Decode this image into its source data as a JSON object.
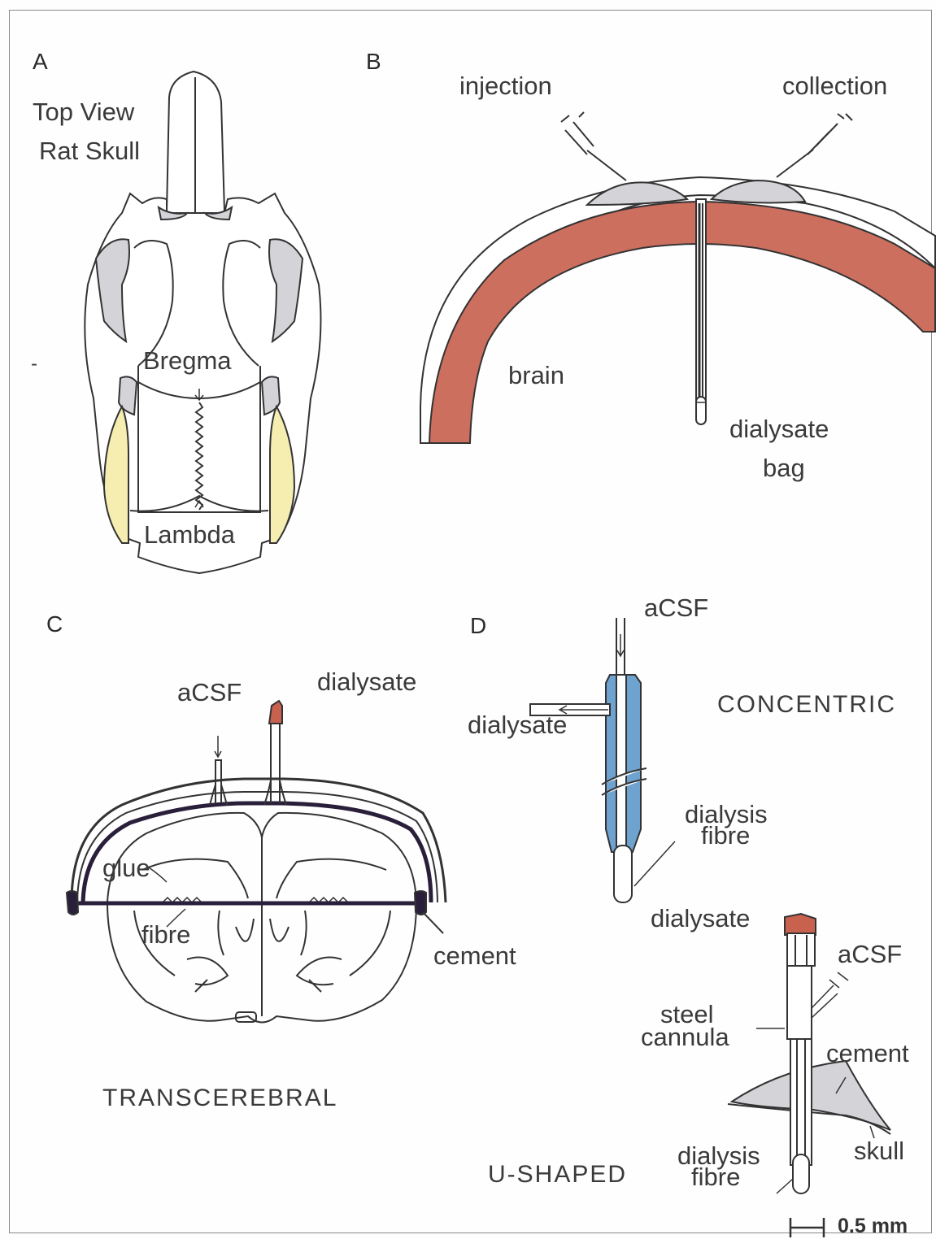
{
  "colors": {
    "brain": "#cd6f5f",
    "bone": "#d4d4d8",
    "cartilage": "#f5eeb0",
    "cannula_tip": "#c9614f",
    "concentric_sleeve": "#6ea2cf",
    "line": "#333333"
  },
  "panel_a": {
    "letter": "A",
    "title_line1": "Top View",
    "title_line2": "Rat Skull",
    "bregma": "Bregma",
    "lambda": "Lambda",
    "dash": "-"
  },
  "panel_b": {
    "letter": "B",
    "injection": "injection",
    "collection": "collection",
    "brain": "brain",
    "dialysate": "dialysate",
    "bag": "bag"
  },
  "panel_c": {
    "letter": "C",
    "acsf": "aCSF",
    "dialysate": "dialysate",
    "glue": "glue",
    "fibre": "fibre",
    "cement": "cement",
    "caption": "TRANSCEREBRAL"
  },
  "panel_d": {
    "letter": "D",
    "acsf": "aCSF",
    "dialysate": "dialysate",
    "concentric": "CONCENTRIC",
    "dialysis_line1": "dialysis",
    "dialysis_line2": "fibre"
  },
  "panel_u": {
    "dialysate": "dialysate",
    "acsf": "aCSF",
    "steel_line1": "steel",
    "steel_line2": "cannula",
    "cement": "cement",
    "skull": "skull",
    "dialysis_line1": "dialysis",
    "dialysis_line2": "fibre",
    "caption": "U-SHAPED"
  },
  "scale_bar": {
    "label": "0.5 mm"
  }
}
